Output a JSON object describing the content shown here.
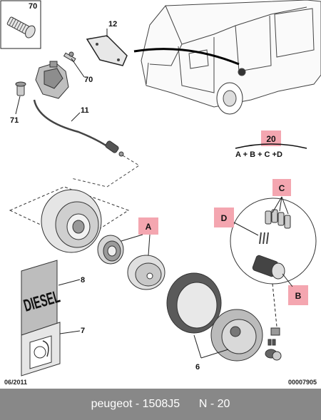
{
  "callouts": {
    "c70_top": "70",
    "c12": "12",
    "c70": "70",
    "c71": "71",
    "c11": "11",
    "c8": "8",
    "c7": "7",
    "c6": "6"
  },
  "boxed_labels": {
    "b20": "20",
    "bA": "A",
    "bB": "B",
    "bC": "C",
    "bD": "D"
  },
  "formula": "A + B + C +D",
  "diesel_plate_text": "DIESEL",
  "footer": {
    "date": "06/2011",
    "ref": "00007905",
    "brand": "peugeot",
    "part": "1508J5",
    "page": "N - 20",
    "separator": " - "
  },
  "colors": {
    "label_box": "#f4a6b0",
    "footer_bar": "#888888"
  }
}
